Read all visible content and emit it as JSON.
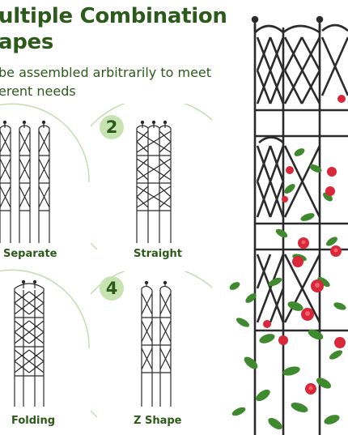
{
  "heading": {
    "line1": "ultiple Combination",
    "line2": "apes"
  },
  "subheading": {
    "line1": " be assembled arbitrarily to meet",
    "line2": "erent needs"
  },
  "options": [
    {
      "label": "Separate"
    },
    {
      "number": "2",
      "label": "Straight"
    },
    {
      "label": "Folding"
    },
    {
      "number": "4",
      "label": "Z Shape"
    }
  ],
  "colors": {
    "heading": "#2c5a1a",
    "badge": "#c7e3b2",
    "trellis": "#2b2b2b",
    "rose": "#d8283a",
    "leaf": "#3f8a2e"
  }
}
